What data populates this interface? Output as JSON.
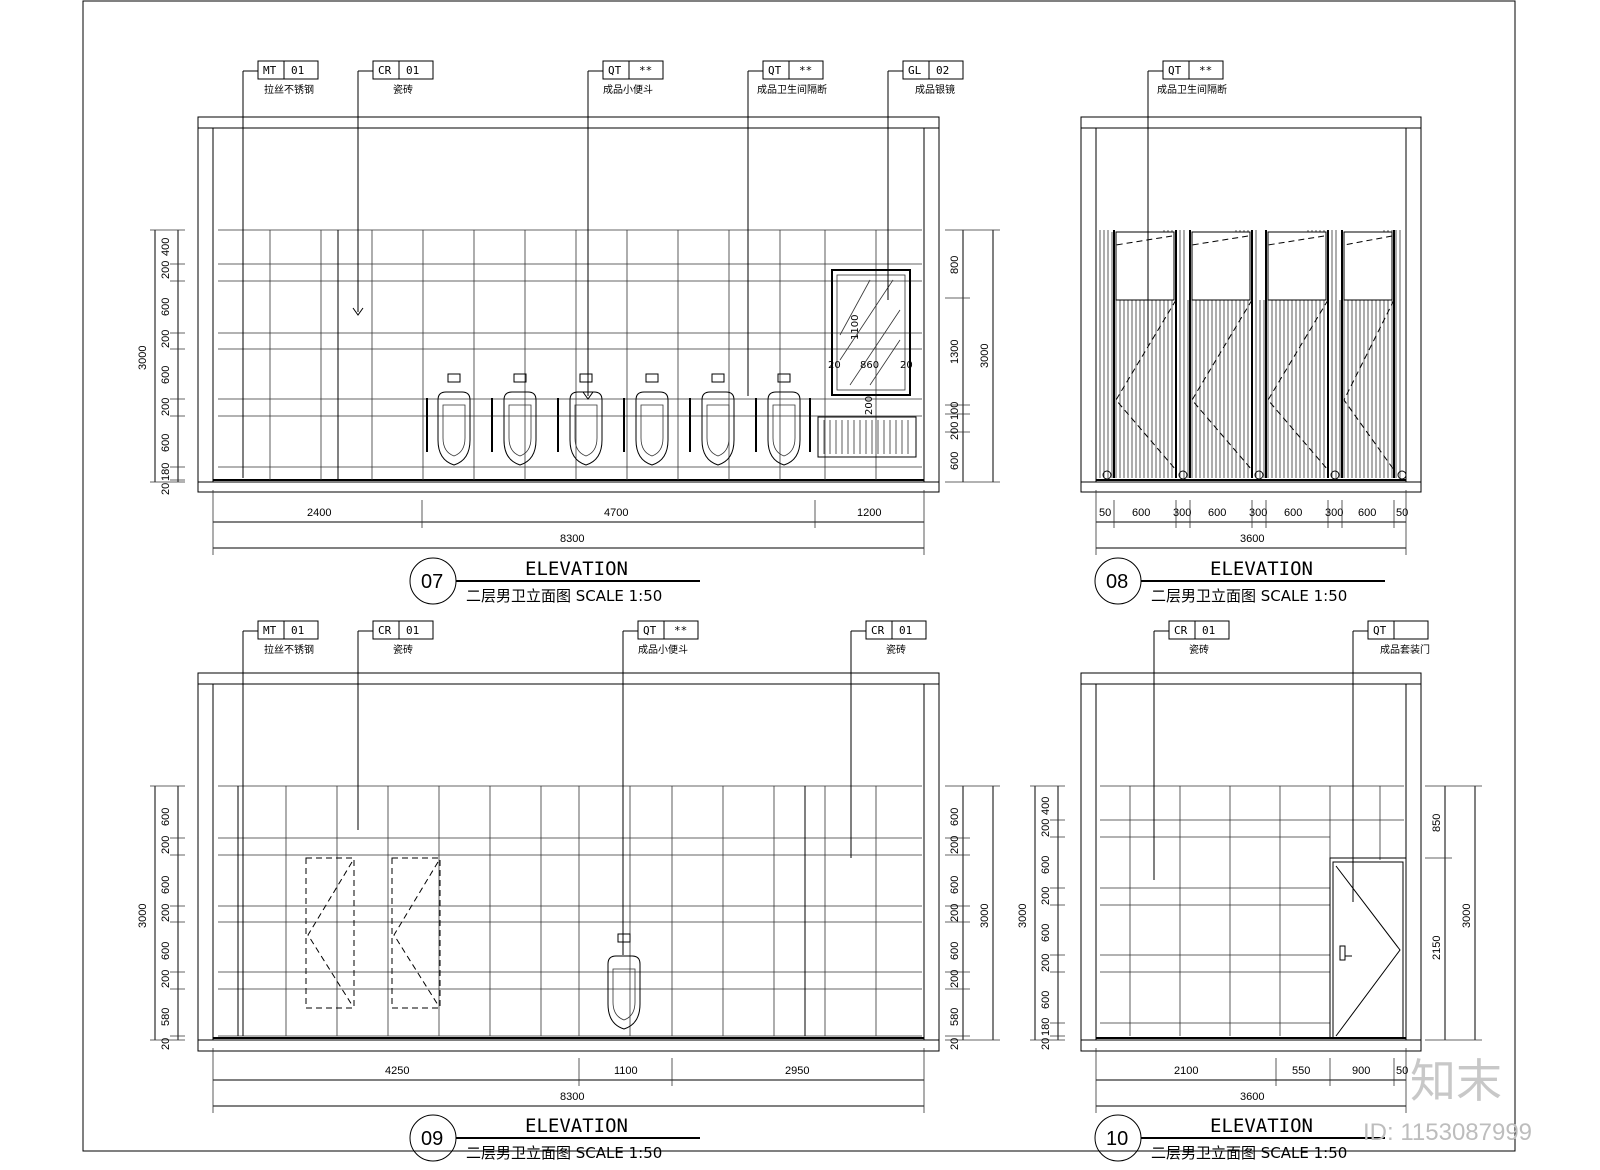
{
  "frame": {
    "title": ""
  },
  "elevations": [
    {
      "id": "07",
      "title": "ELEVATION",
      "subtitle": "二层男卫立面图 SCALE 1:50",
      "tags": [
        {
          "code": "MT",
          "no": "01",
          "desc": "拉丝不锈钢"
        },
        {
          "code": "CR",
          "no": "01",
          "desc": "瓷砖"
        },
        {
          "code": "QT",
          "no": "**",
          "desc": "成品小便斗"
        },
        {
          "code": "QT",
          "no": "**",
          "desc": "成品卫生间隔断"
        },
        {
          "code": "GL",
          "no": "02",
          "desc": "成品银镜"
        }
      ],
      "left_dims": [
        "400",
        "200",
        "600",
        "200",
        "600",
        "200",
        "600",
        "180",
        "20"
      ],
      "left_total": "3000",
      "right_dims": [
        "800",
        "1300",
        "100",
        "200",
        "600"
      ],
      "right_total": "3000",
      "bottom_dims": [
        "2400",
        "4700",
        "1200"
      ],
      "bottom_total": "8300",
      "mirror_labels": [
        "1100",
        "860",
        "20",
        "20",
        "200"
      ]
    },
    {
      "id": "08",
      "title": "ELEVATION",
      "subtitle": "二层男卫立面图 SCALE 1:50",
      "tags": [
        {
          "code": "QT",
          "no": "**",
          "desc": "成品卫生间隔断"
        }
      ],
      "bottom_dims": [
        "50",
        "600",
        "300",
        "600",
        "300",
        "600",
        "300",
        "600",
        "50"
      ],
      "bottom_total": "3600"
    },
    {
      "id": "09",
      "title": "ELEVATION",
      "subtitle": "二层男卫立面图 SCALE 1:50",
      "tags": [
        {
          "code": "MT",
          "no": "01",
          "desc": "拉丝不锈钢"
        },
        {
          "code": "CR",
          "no": "01",
          "desc": "瓷砖"
        },
        {
          "code": "QT",
          "no": "**",
          "desc": "成品小便斗"
        },
        {
          "code": "CR",
          "no": "01",
          "desc": "瓷砖"
        }
      ],
      "left_dims": [
        "600",
        "200",
        "600",
        "200",
        "600",
        "200",
        "580",
        "20"
      ],
      "left_total": "3000",
      "right_dims": [
        "600",
        "200",
        "600",
        "200",
        "600",
        "200",
        "580",
        "20"
      ],
      "right_total": "3000",
      "bottom_dims": [
        "4250",
        "1100",
        "2950"
      ],
      "bottom_total": "8300"
    },
    {
      "id": "10",
      "title": "ELEVATION",
      "subtitle": "二层男卫立面图 SCALE 1:50",
      "tags": [
        {
          "code": "CR",
          "no": "01",
          "desc": "瓷砖"
        },
        {
          "code": "QT",
          "no": "",
          "desc": "成品套装门"
        }
      ],
      "left_dims": [
        "400",
        "200",
        "600",
        "200",
        "600",
        "200",
        "600",
        "180",
        "20"
      ],
      "left_total": "3000",
      "right_dims": [
        "850",
        "2150"
      ],
      "right_total": "3000",
      "bottom_dims": [
        "2100",
        "550",
        "900",
        "50"
      ],
      "bottom_total": "3600"
    }
  ],
  "watermark": {
    "logo": "知末",
    "id": "ID: 1153087999"
  }
}
